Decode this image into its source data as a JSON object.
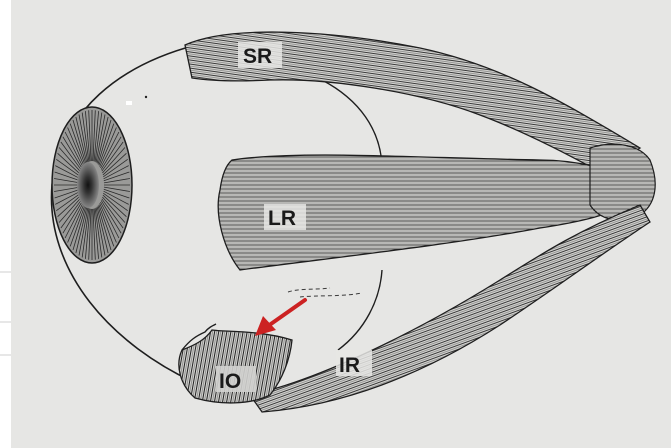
{
  "diagram": {
    "labels": {
      "superior_rectus": "SR",
      "lateral_rectus": "LR",
      "inferior_rectus": "IR",
      "inferior_oblique": "IO"
    },
    "colors": {
      "paper": "#e6e6e4",
      "ink": "#1e1e1e",
      "arrow": "#cc2222",
      "left_margin": "#ffffff"
    }
  }
}
